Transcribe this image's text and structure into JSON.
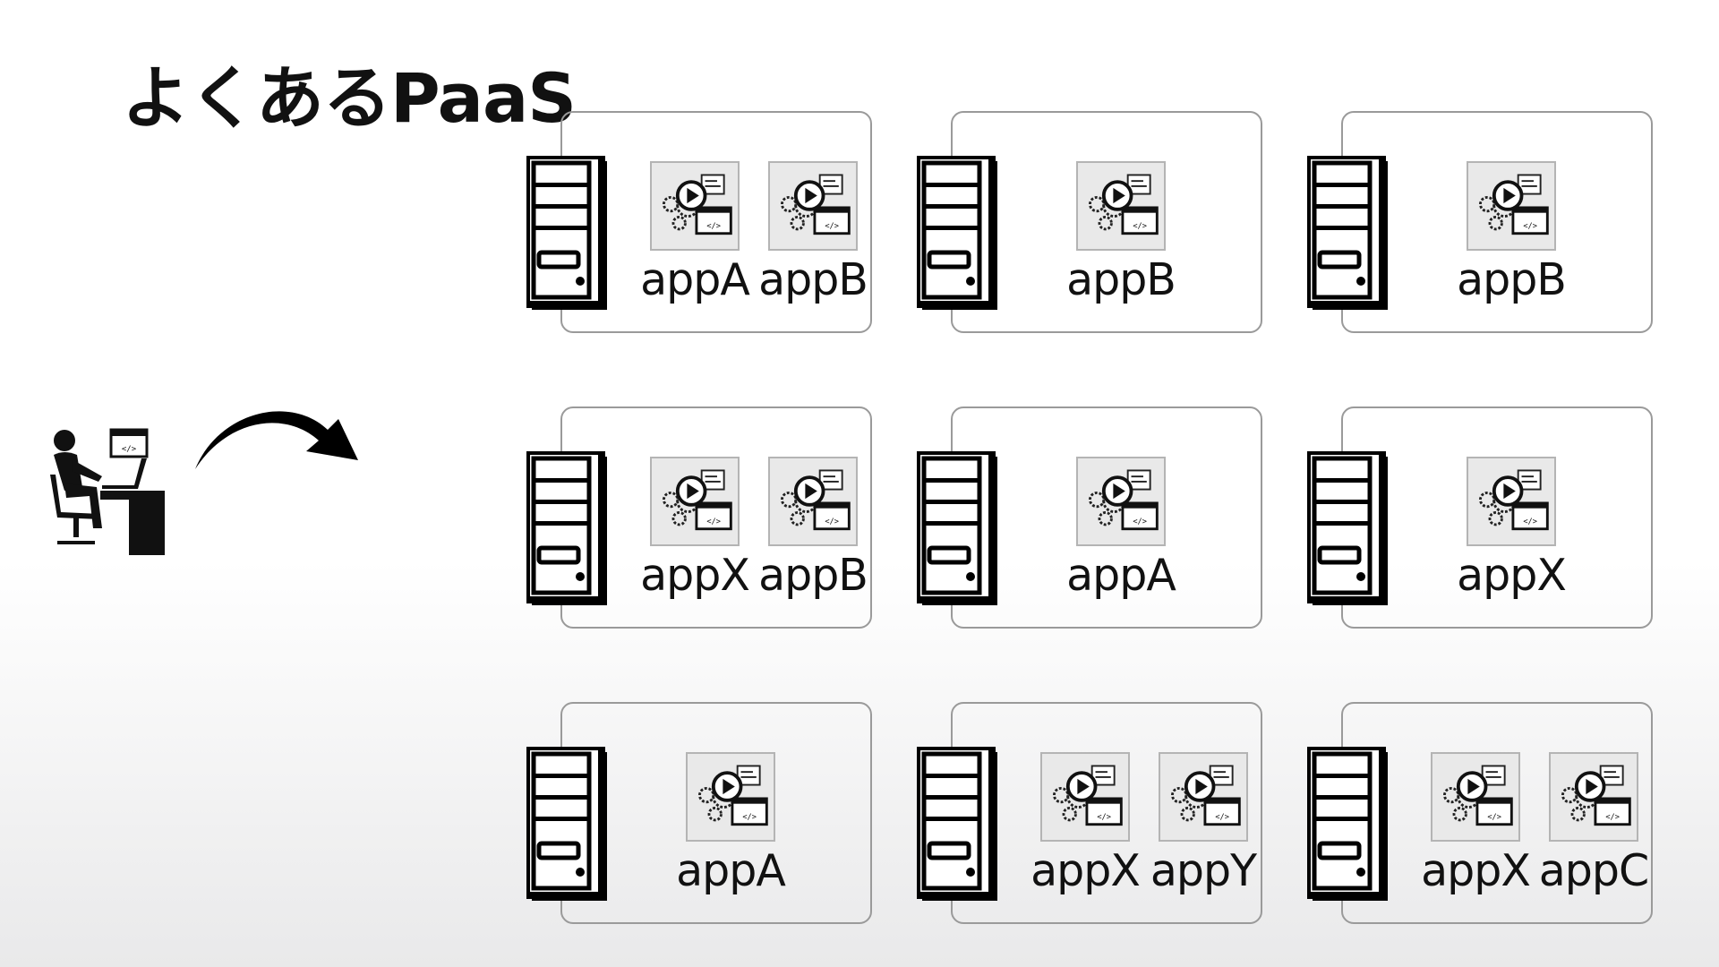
{
  "title": "よくあるPaaS",
  "icons": {
    "developer": "developer-at-desk-icon",
    "arrow": "curved-arrow-icon",
    "server": "server-tower-icon",
    "app": "app-gear-play-icon"
  },
  "servers": [
    {
      "apps": [
        "appA",
        "appB"
      ]
    },
    {
      "apps": [
        "appB"
      ]
    },
    {
      "apps": [
        "appB"
      ]
    },
    {
      "apps": [
        "appX",
        "appB"
      ]
    },
    {
      "apps": [
        "appA"
      ]
    },
    {
      "apps": [
        "appX"
      ]
    },
    {
      "apps": [
        "appA"
      ]
    },
    {
      "apps": [
        "appX",
        "appY"
      ]
    },
    {
      "apps": [
        "appX",
        "appC"
      ]
    }
  ]
}
